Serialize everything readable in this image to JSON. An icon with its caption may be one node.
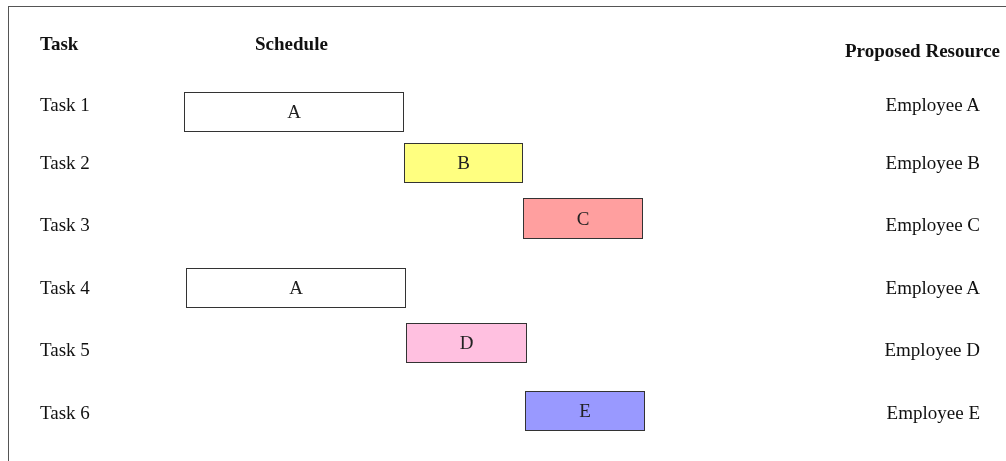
{
  "diagram": {
    "nodes": [
      {
        "text": [
          "A"
        ]
      },
      {
        "text": [
          "B"
        ]
      },
      {
        "text": [
          "C"
        ]
      },
      {
        "text": [
          "A"
        ]
      },
      {
        "text": [
          "D"
        ]
      },
      {
        "text": [
          "E"
        ]
      }
    ],
    "labels": [
      "Task",
      "Schedule",
      "Proposed Resource",
      "Task 1",
      "Employee A",
      "Task 2",
      "Employee B",
      "Task 3",
      "Employee C",
      "Task 4",
      "Employee A",
      "Task 5",
      "Employee D",
      "Task 6",
      "Employee E"
    ]
  }
}
